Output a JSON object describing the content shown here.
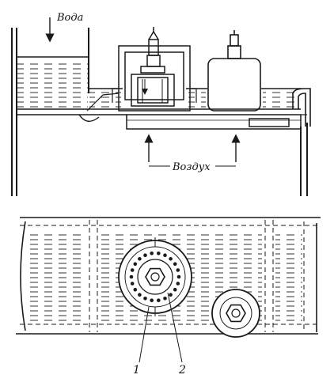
{
  "labels": {
    "water": "Вода",
    "air": "Воздух",
    "part_1": "1",
    "part_2": "2"
  },
  "colors": {
    "ink": "#1a1a1a",
    "paper": "#ffffff"
  }
}
